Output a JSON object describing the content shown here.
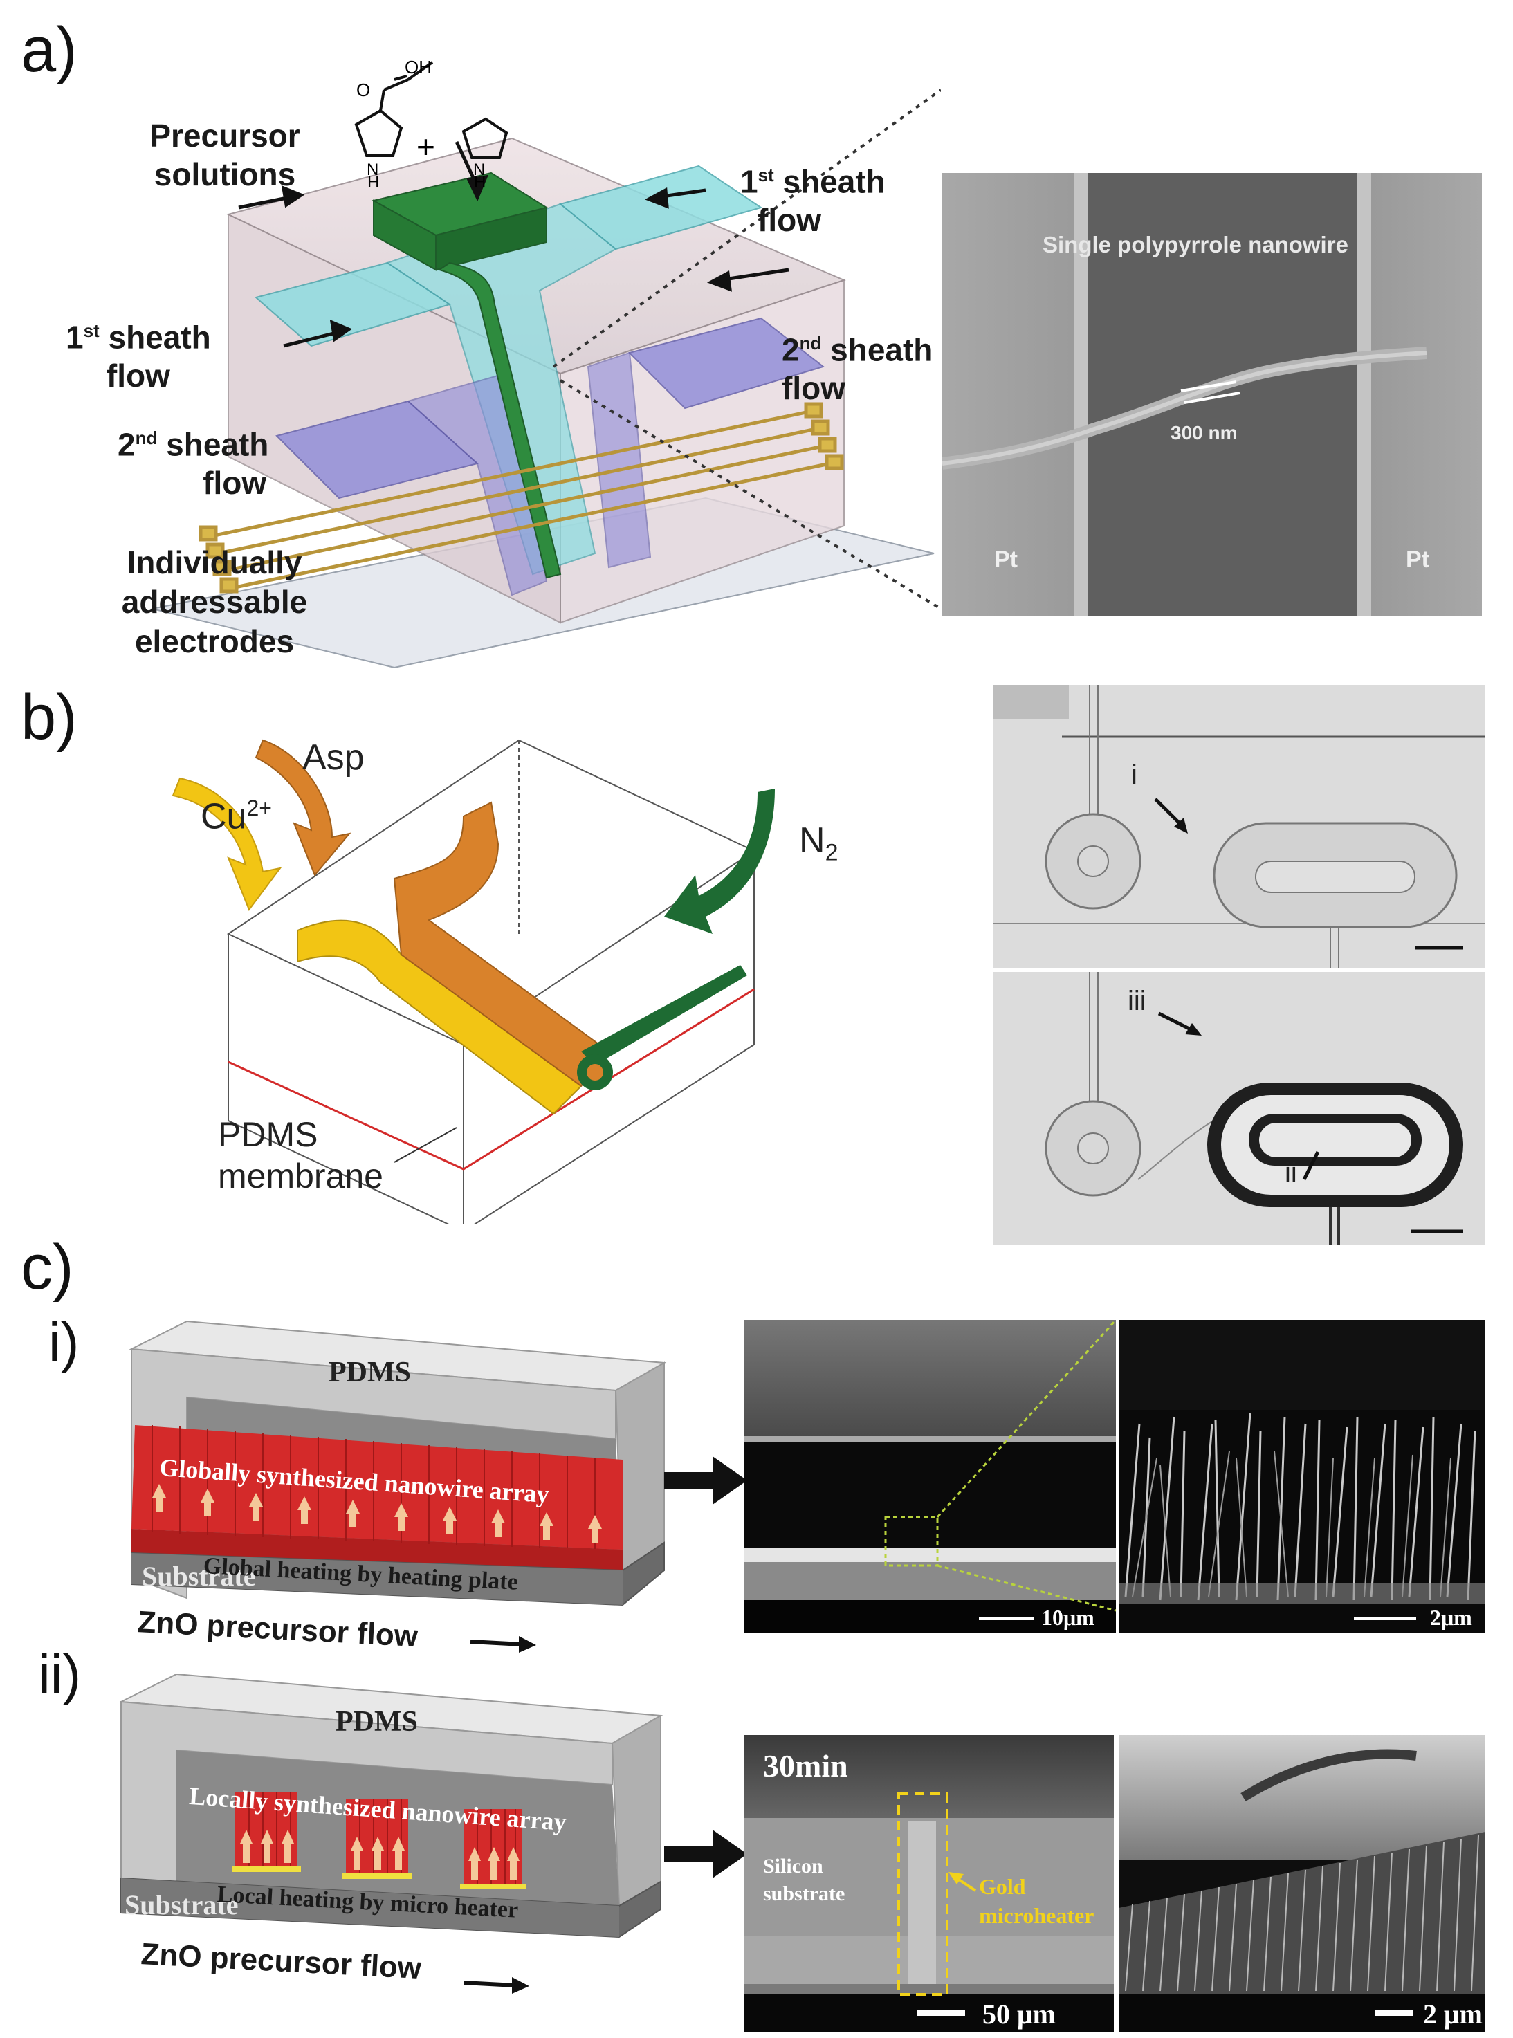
{
  "panels": {
    "a": {
      "letter": "a)",
      "precursor": "Precursor\nsolutions",
      "precursor_line1": "Precursor",
      "precursor_line2": "solutions",
      "sheath1_top_sup": "st",
      "sheath1_top": "1",
      "sheath1_top_word": "sheath",
      "sheath1_top_flow": "flow",
      "sheath1_left": "1",
      "sheath1_left_sup": "st",
      "sheath1_left_word": "sheath",
      "sheath1_left_flow": "flow",
      "sheath2_right": "2",
      "sheath2_right_sup": "nd",
      "sheath2_right_word": "sheath",
      "sheath2_right_flow": "flow",
      "sheath2_left": "2",
      "sheath2_left_sup": "nd",
      "sheath2_left_word": "sheath",
      "sheath2_left_flow": "flow",
      "electrodes_1": "Individually",
      "electrodes_2": "addressable",
      "electrodes_3": "electrodes",
      "chem_oh": "OH",
      "chem_o": "O",
      "chem_n1": "N",
      "chem_h1": "H",
      "chem_n2": "N",
      "chem_h2": "H",
      "chem_plus": "+",
      "sem_title": "Single polypyrrole nanowire",
      "sem_scale": "300 nm",
      "sem_pt_left": "Pt",
      "sem_pt_right": "Pt"
    },
    "b": {
      "letter": "b)",
      "asp": "Asp",
      "cu": "Cu",
      "cu_sup": "2+",
      "n2": "N",
      "n2_sub": "2",
      "pdms_1": "PDMS",
      "pdms_2": "membrane",
      "micro_i": "i",
      "micro_iii": "iii",
      "micro_ii": "ii"
    },
    "c": {
      "letter": "c)",
      "sub_i": "i)",
      "sub_ii": "ii)",
      "i_pdms": "PDMS",
      "i_array": "Globally synthesized nanowire array",
      "i_substrate": "Substrate",
      "i_heating": "Global heating by heating plate",
      "i_flow": "ZnO precursor flow",
      "i_scale1": "10μm",
      "i_scale2": "2μm",
      "ii_pdms": "PDMS",
      "ii_array": "Locally synthesized nanowire array",
      "ii_substrate": "Substrate",
      "ii_heating": "Local heating by micro heater",
      "ii_flow": "ZnO precursor flow",
      "ii_time": "30min",
      "ii_silicon_1": "Silicon",
      "ii_silicon_2": "substrate",
      "ii_gold_1": "Gold",
      "ii_gold_2": "microheater",
      "ii_scale1": "50 μm",
      "ii_scale2": "2 μm"
    }
  },
  "colors": {
    "green_channel": "#2e8b3e",
    "cyan_channel": "#8fdde0",
    "purple_channel": "#8e8ad8",
    "yellow_stream": "#f2c514",
    "orange_stream": "#d9822b",
    "dark_green": "#1e6b33",
    "nanowire_red": "#d42a2a",
    "arrow_peach": "#f4c89a",
    "gold_yellow": "#f0e040"
  }
}
